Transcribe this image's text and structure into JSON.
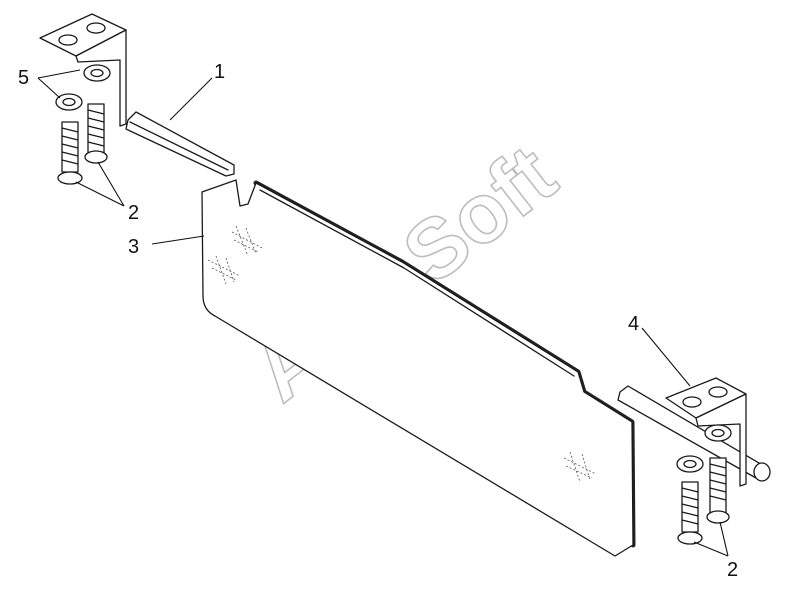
{
  "watermark": "AutoSoft",
  "callouts": {
    "c1": "1",
    "c2_top": "2",
    "c2_bottom": "2",
    "c3": "3",
    "c4": "4",
    "c5": "5"
  }
}
